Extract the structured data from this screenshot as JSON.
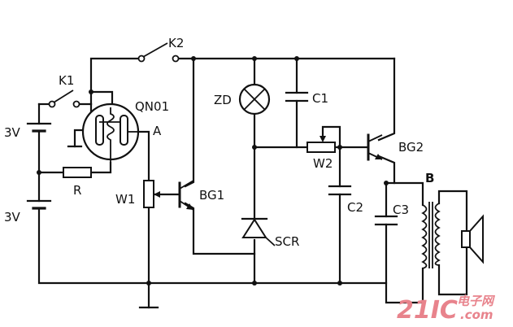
{
  "labels": {
    "k1": "K1",
    "k2": "K2",
    "qn01": "QN01",
    "a": "A",
    "zd": "ZD",
    "c1": "C1",
    "c2": "C2",
    "c3": "C3",
    "bg1": "BG1",
    "bg2": "BG2",
    "w1": "W1",
    "w2": "W2",
    "r": "R",
    "scr": "SCR",
    "b": "B",
    "battery_top": "3V",
    "battery_bottom": "3V"
  },
  "watermark": {
    "number": "21IC",
    "cn": "电子网",
    "domain": ".com"
  },
  "colors": {
    "ink": "#111111",
    "watermark_red": "#e8838c"
  }
}
